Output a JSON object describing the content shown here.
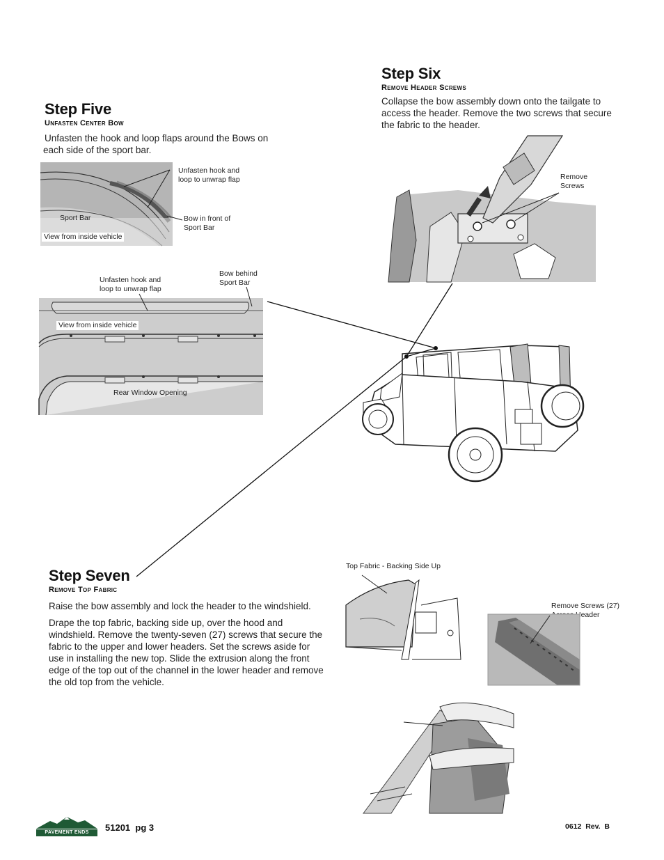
{
  "step_five": {
    "title": "Step Five",
    "subtitle": "Unfasten Center Bow",
    "text": "Unfasten the hook and loop flaps around the Bows on each side of the sport bar.",
    "fig1": {
      "callout_flap": "Unfasten hook and loop to unwrap flap",
      "callout_bow": "Bow in front of Sport Bar",
      "label_sport_bar": "Sport Bar",
      "label_view": "View from inside vehicle"
    },
    "fig2": {
      "callout_flap": "Unfasten hook and loop to unwrap flap",
      "callout_bow": "Bow behind Sport Bar",
      "label_view": "View from inside vehicle",
      "label_rear": "Rear Window Opening"
    }
  },
  "step_six": {
    "title": "Step Six",
    "subtitle": "Remove Header Screws",
    "text": "Collapse the bow assembly down onto the tailgate to access the header. Remove the two screws that secure the fabric to the header.",
    "fig": {
      "callout_screws": "Remove Screws"
    }
  },
  "step_seven": {
    "title": "Step Seven",
    "subtitle": "Remove Top Fabric",
    "para1": "Raise the bow assembly and lock the header to the windshield.",
    "para2": "Drape the top fabric, backing side up, over the hood and windshield. Remove the twenty-seven (27) screws that secure the fabric to the upper and lower headers. Set the screws aside for use in installing the new top. Slide the extrusion along the front edge of the top out of the channel in the lower header and remove the old top from the vehicle.",
    "fig_fabric": "Top Fabric - Backing Side Up",
    "fig_screws": "Remove Screws (27) Across Header"
  },
  "footer": {
    "logo_text": "PAVEMENT ENDS",
    "page_label": "51201  pg 3",
    "revision": "0612  Rev.  B"
  },
  "colors": {
    "logo_green": "#1f5a35",
    "figure_gray": "#c9c9c9",
    "line_dark": "#222222"
  }
}
